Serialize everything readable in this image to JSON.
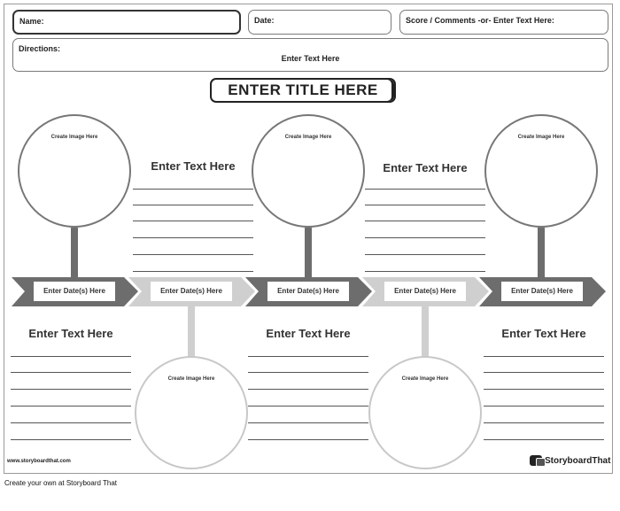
{
  "header": {
    "name_label": "Name:",
    "date_label": "Date:",
    "score_label": "Score / Comments -or- Enter Text Here:",
    "directions_label": "Directions:",
    "directions_text": "Enter Text Here"
  },
  "title": "ENTER TITLE HERE",
  "timeline": {
    "top_images": [
      "Create Image Here",
      "Create Image Here",
      "Create Image Here"
    ],
    "top_headings": [
      "Enter Text Here",
      "Enter Text Here"
    ],
    "bottom_headings": [
      "Enter Text Here",
      "Enter Text Here",
      "Enter Text Here"
    ],
    "bottom_images": [
      "Create Image Here",
      "Create Image Here"
    ],
    "dates": [
      "Enter Date(s) Here",
      "Enter Date(s) Here",
      "Enter Date(s) Here",
      "Enter Date(s) Here",
      "Enter Date(s) Here"
    ]
  },
  "footer": {
    "website": "www.storyboardthat.com",
    "logo_text": "StoryboardThat",
    "caption": "Create your own at Storyboard That"
  },
  "colors": {
    "arrow_dark": "#6d6d6d",
    "arrow_light": "#cfcfcf",
    "border": "#7a7a7a"
  }
}
